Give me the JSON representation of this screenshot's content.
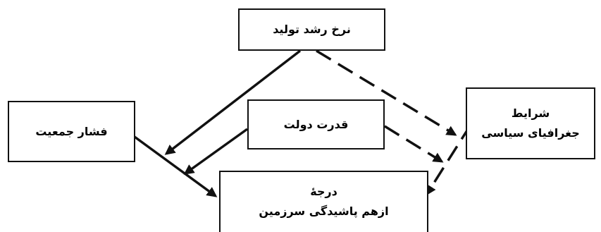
{
  "diagram": {
    "nodes": {
      "growth": {
        "label": "نرخ رشد تولید"
      },
      "population": {
        "label": "فشار جمعیت"
      },
      "state": {
        "label": "قدرت دولت"
      },
      "geography": {
        "line1": "شرایط",
        "line2": "جغرافیای سیاسی"
      },
      "degree": {
        "line1": "درجهٔ",
        "line2": "ازهم پاشیدگی سرزمین"
      }
    },
    "edges": [
      {
        "from": "growth",
        "to": "population",
        "style": "solid"
      },
      {
        "from": "growth",
        "to": "geography",
        "style": "dashed"
      },
      {
        "from": "state",
        "to": "degree",
        "style": "solid"
      },
      {
        "from": "state",
        "to": "degree",
        "style": "dashed"
      },
      {
        "from": "population",
        "to": "degree",
        "style": "solid"
      },
      {
        "from": "geography",
        "to": "degree",
        "style": "dashed"
      }
    ],
    "colors": {
      "stroke": "#111111",
      "text": "#000000",
      "background": "#ffffff"
    }
  }
}
